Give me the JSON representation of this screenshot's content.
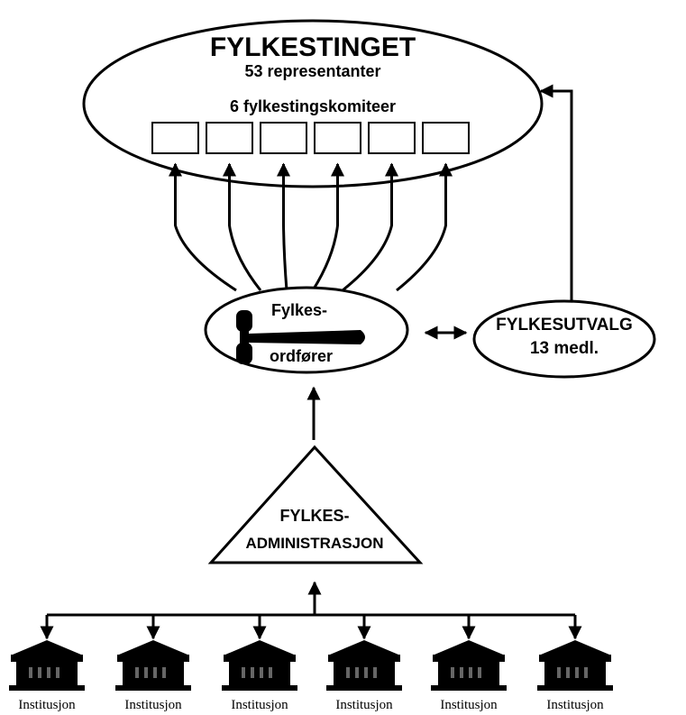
{
  "fylkestinget": {
    "title": "FYLKESTINGET",
    "members": "53 representanter",
    "committees": "6 fylkestingskomiteer",
    "committee_count": 6
  },
  "ordforer": {
    "line1": "Fylkes-",
    "line2": "ordfører",
    "icon": "gavel-icon"
  },
  "fylkesutvalg": {
    "line1": "FYLKESUTVALG",
    "line2": "13 medl."
  },
  "administrasjon": {
    "line1": "FYLKES-",
    "line2": "ADMINISTRASJON"
  },
  "institutions": [
    {
      "label": "Institusjon"
    },
    {
      "label": "Institusjon"
    },
    {
      "label": "Institusjon"
    },
    {
      "label": "Institusjon"
    },
    {
      "label": "Institusjon"
    },
    {
      "label": "Institusjon"
    }
  ],
  "colors": {
    "ink": "#000000",
    "paper": "#ffffff"
  }
}
